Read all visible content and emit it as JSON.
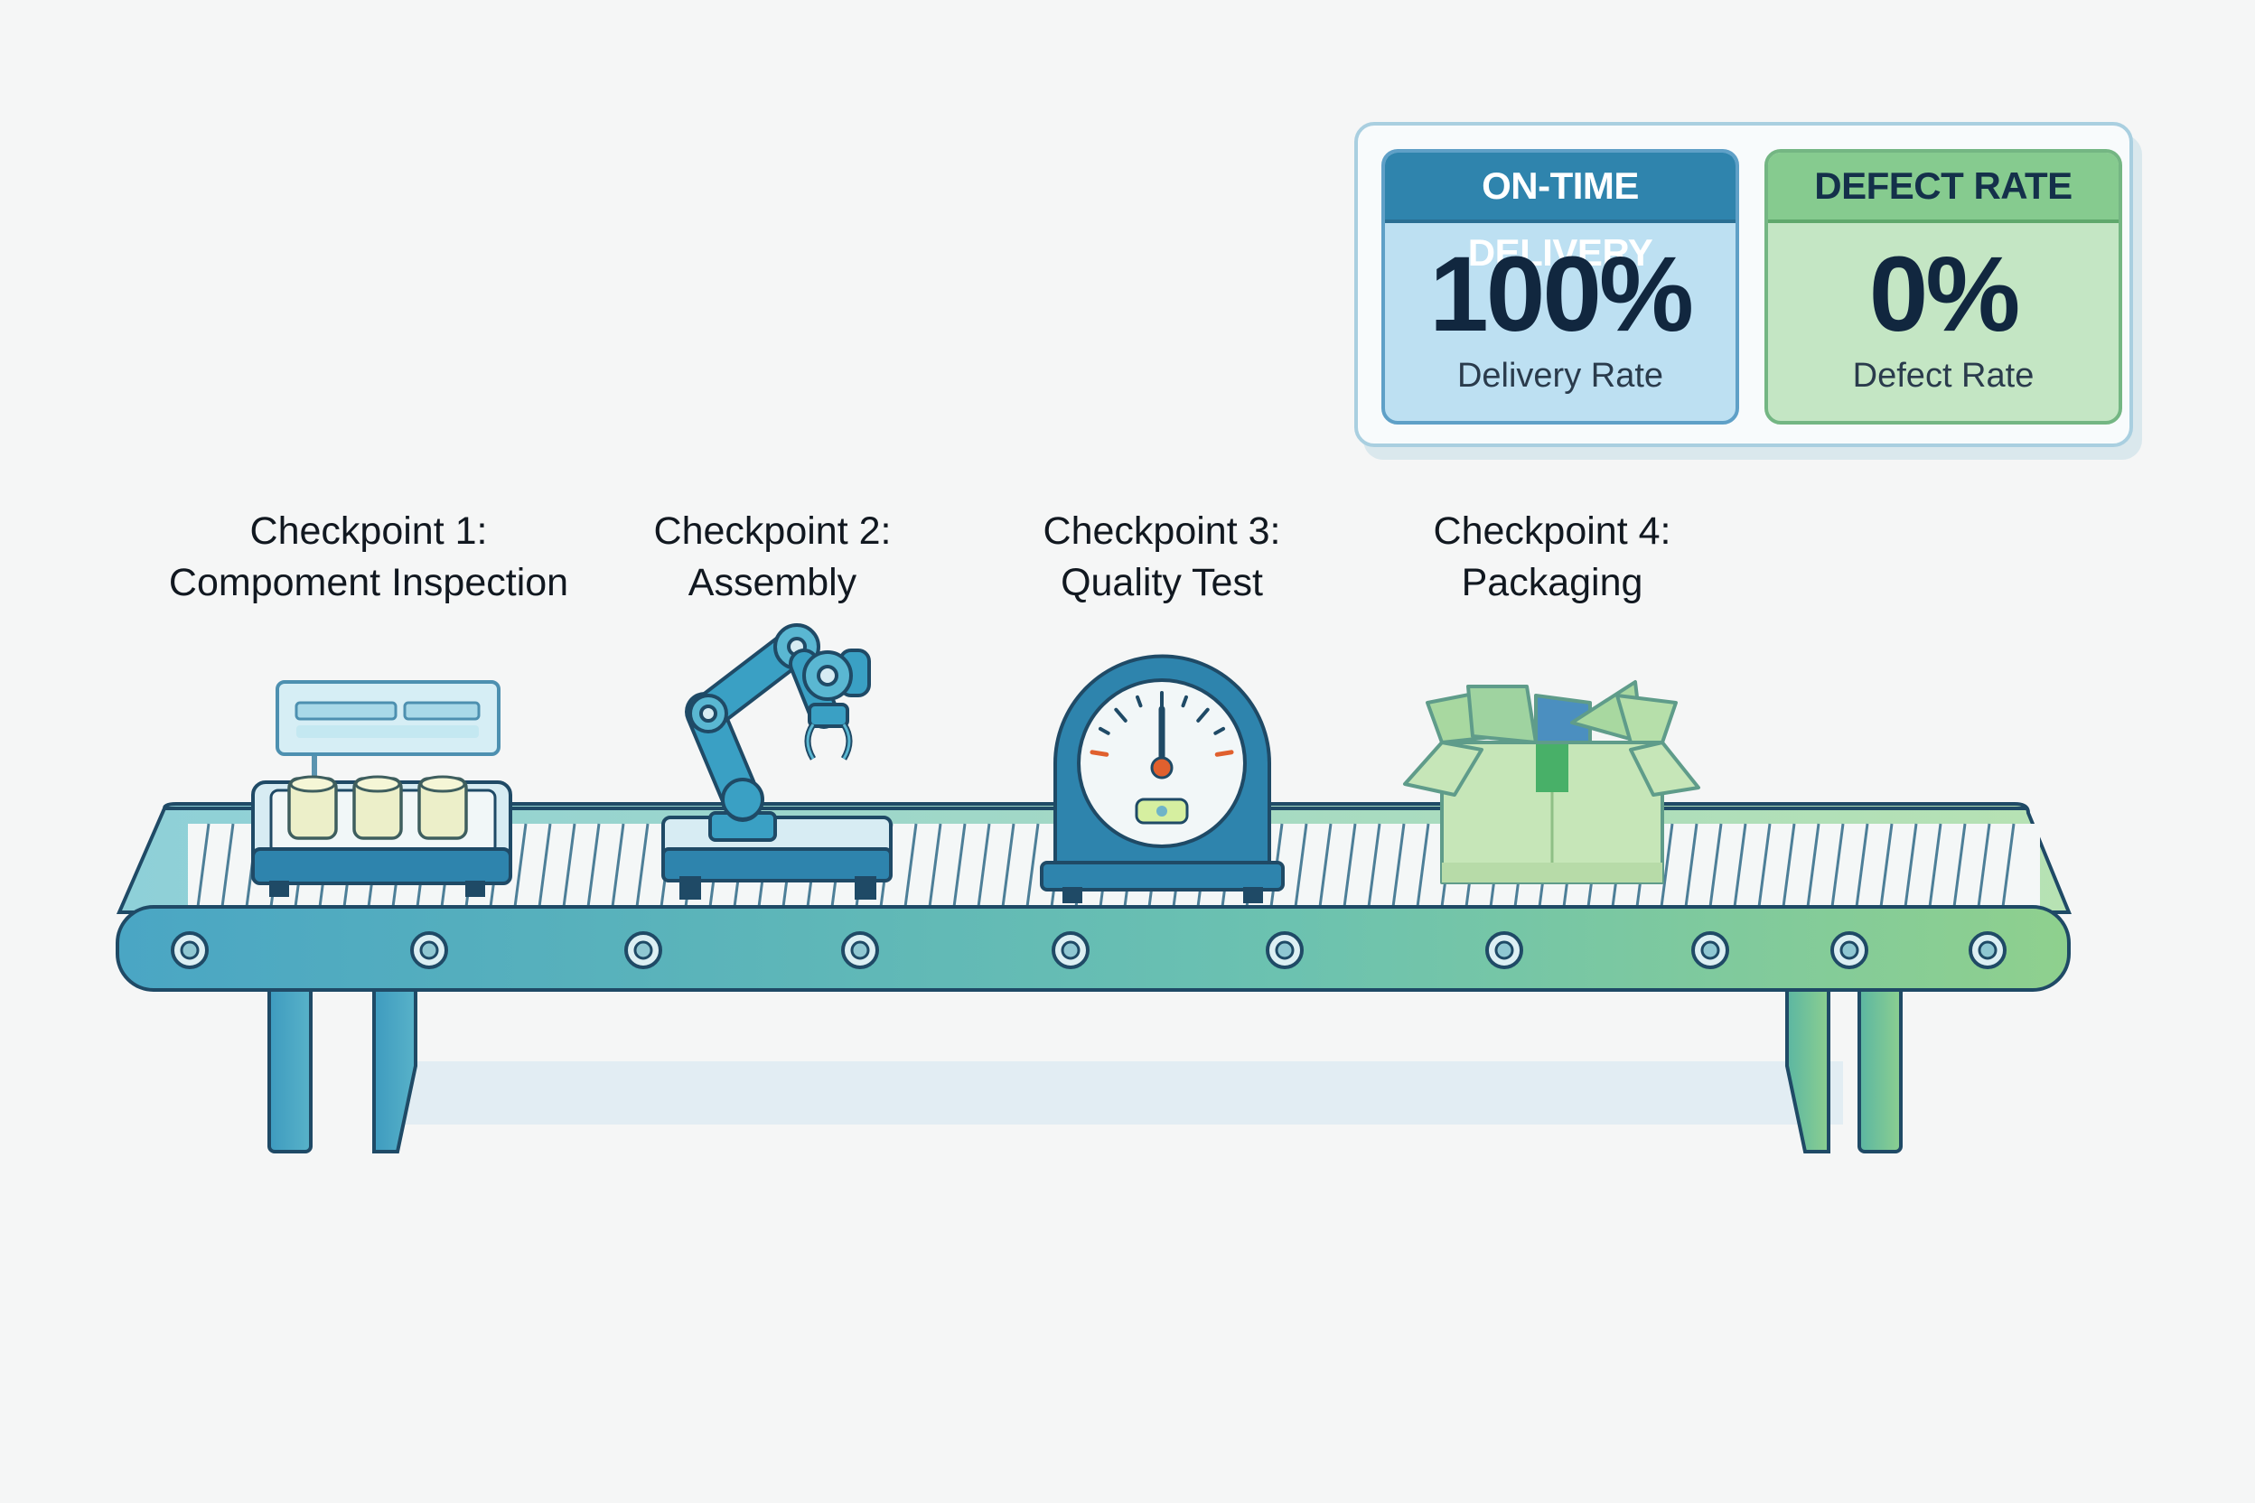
{
  "kpis": [
    {
      "title": "ON-TIME DELIVERY",
      "value": "100%",
      "label": "Delivery Rate"
    },
    {
      "title": "DEFECT RATE",
      "value": "0%",
      "label": "Defect Rate"
    }
  ],
  "checkpoints": [
    {
      "line1": "Checkpoint 1:",
      "line2": "Compoment Inspection"
    },
    {
      "line1": "Checkpoint 2:",
      "line2": "Assembly"
    },
    {
      "line1": "Checkpoint 3:",
      "line2": "Quality Test"
    },
    {
      "line1": "Checkpoint 4:",
      "line2": "Packaging"
    }
  ],
  "colors": {
    "conveyor_blue": "#4aa6c4",
    "conveyor_green": "#8fd08e",
    "machine_blue": "#2e84ad",
    "outline": "#1f4a66",
    "box_green": "#c6e6b8"
  },
  "icons": [
    "inspection-station-icon",
    "robot-arm-icon",
    "gauge-meter-icon",
    "open-box-icon"
  ]
}
